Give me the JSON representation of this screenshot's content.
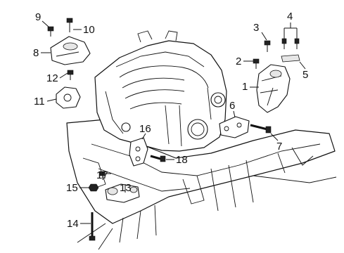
{
  "diagram": {
    "callouts": [
      {
        "id": "1",
        "label": "1"
      },
      {
        "id": "2",
        "label": "2"
      },
      {
        "id": "3",
        "label": "3"
      },
      {
        "id": "4",
        "label": "4"
      },
      {
        "id": "5",
        "label": "5"
      },
      {
        "id": "6",
        "label": "6"
      },
      {
        "id": "7",
        "label": "7"
      },
      {
        "id": "8",
        "label": "8"
      },
      {
        "id": "9",
        "label": "9"
      },
      {
        "id": "10",
        "label": "10"
      },
      {
        "id": "11",
        "label": "11"
      },
      {
        "id": "12",
        "label": "12"
      },
      {
        "id": "13",
        "label": "13"
      },
      {
        "id": "14",
        "label": "14"
      },
      {
        "id": "15",
        "label": "15"
      },
      {
        "id": "16",
        "label": "16"
      },
      {
        "id": "17",
        "label": "17"
      },
      {
        "id": "18",
        "label": "18"
      }
    ],
    "colors": {
      "line": "#111111",
      "background": "#ffffff"
    }
  }
}
